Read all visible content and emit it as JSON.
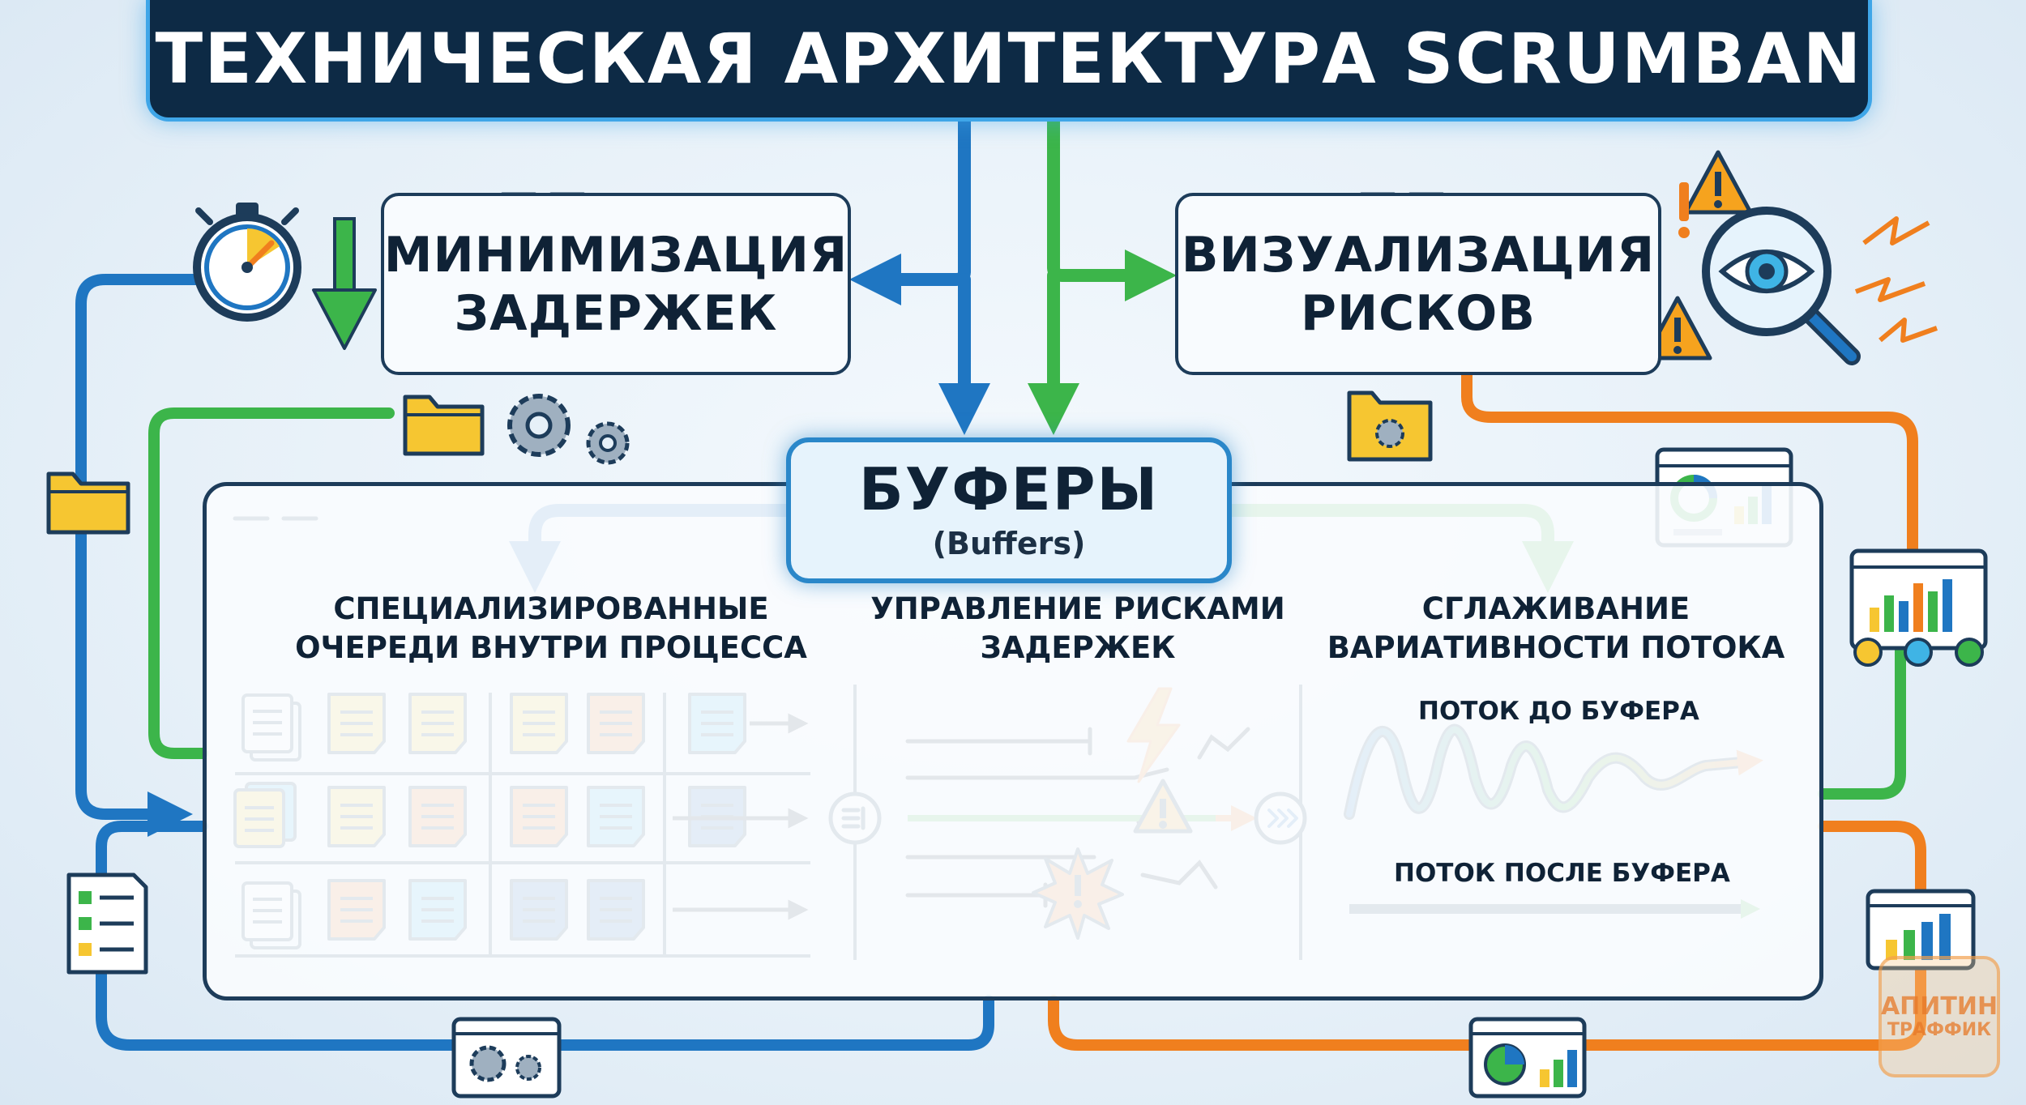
{
  "title": "ТЕХНИЧЕСКАЯ АРХИТЕКТУРА SCRUMBAN",
  "top_left": {
    "line1": "МИНИМИЗАЦИЯ",
    "line2": "ЗАДЕРЖЕК"
  },
  "top_right": {
    "line1": "ВИЗУАЛИЗАЦИЯ",
    "line2": "РИСКОВ"
  },
  "center": {
    "title": "БУФЕРЫ",
    "subtitle": "(Buffers)"
  },
  "columns": [
    {
      "line1": "СПЕЦИАЛИЗИРОВАННЫЕ",
      "line2": "ОЧЕРЕДИ ВНУТРИ ПРОЦЕССА"
    },
    {
      "line1": "УПРАВЛЕНИЕ РИСКАМИ",
      "line2": "ЗАДЕРЖЕК"
    },
    {
      "line1": "СГЛАЖИВАНИЕ",
      "line2": "ВАРИАТИВНОСТИ ПОТОКА"
    }
  ],
  "flow_labels": {
    "before": "ПОТОК ДО БУФЕРА",
    "after": "ПОТОК ПОСЛЕ БУФЕРА"
  },
  "watermark": {
    "line1": "АПИТИН",
    "line2": "ТРАФФИК"
  },
  "colors": {
    "blue": "#1f76c2",
    "green": "#3cb54a",
    "orange": "#f07f1e",
    "navy": "#0d2a45",
    "yellow": "#f6c631",
    "light_blue": "#3fb4e5",
    "dark_blue": "#1e6bb5"
  },
  "icons": [
    "stopwatch-icon",
    "down-arrow-icon",
    "folder-icon",
    "gears-icon",
    "warning-icon",
    "eye-magnifier-icon",
    "lightning-icon",
    "dashboard-icon",
    "meeting-chart-icon",
    "checklist-icon",
    "document-stack-icon",
    "sticky-note-icon",
    "merge-circle-icon",
    "explosion-icon",
    "bar-chart-icon",
    "settings-window-icon",
    "pie-chart-window-icon"
  ]
}
